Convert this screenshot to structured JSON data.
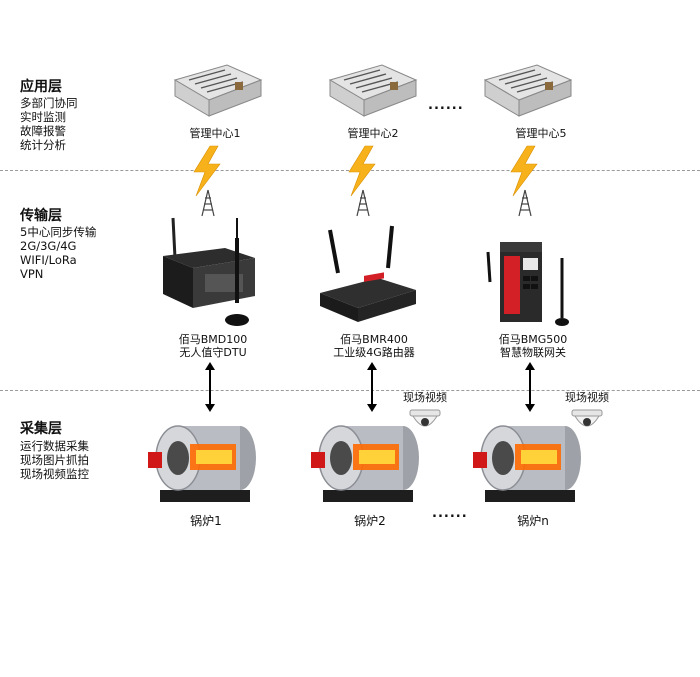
{
  "layers": [
    {
      "title": "应用层",
      "items": [
        "多部门协同",
        "实时监测",
        "故障报警",
        "统计分析"
      ]
    },
    {
      "title": "传输层",
      "items": [
        "5中心同步传输",
        "2G/3G/4G",
        "WIFI/LoRa",
        "VPN"
      ]
    },
    {
      "title": "采集层",
      "items": [
        "运行数据采集",
        "现场图片抓拍",
        "现场视频监控"
      ]
    }
  ],
  "centers": [
    "管理中心1",
    "管理中心2",
    "管理中心5"
  ],
  "center_ellipsis": "......",
  "devices": [
    {
      "line1": "佰马BMD100",
      "line2": "无人值守DTU"
    },
    {
      "line1": "佰马BMR400",
      "line2": "工业级4G路由器"
    },
    {
      "line1": "佰马BMG500",
      "line2": "智慧物联网关"
    }
  ],
  "boilers": [
    "锅炉1",
    "锅炉2",
    "锅炉n"
  ],
  "boiler_ellipsis": "......",
  "camera_label": "现场视频",
  "colors": {
    "lightning": "#f7b21b",
    "tower": "#444444",
    "flame": "#ff6a00",
    "boiler_body": "#b9bcc2",
    "router_red": "#d32027"
  }
}
